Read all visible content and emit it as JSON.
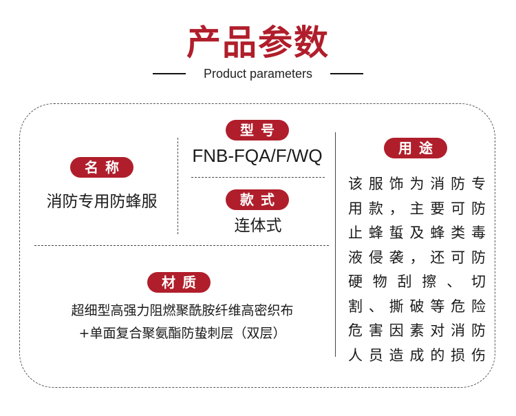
{
  "header": {
    "title": "产品参数",
    "subtitle": "Product parameters"
  },
  "name": {
    "label": "名称",
    "value": "消防专用防蜂服"
  },
  "model": {
    "label": "型号",
    "value": "FNB-FQA/F/WQ"
  },
  "style": {
    "label": "款式",
    "value": "连体式"
  },
  "material": {
    "label": "材质",
    "lines": [
      "超细型高强力阻燃聚酰胺纤维高密织布",
      "+单面复合聚氨酯防蛰刺层（双层）"
    ]
  },
  "usage": {
    "label": "用途",
    "lines": [
      "该服饰为消防专",
      "用款，主要可防",
      "止蜂蜇及蜂类毒",
      "液侵袭，还可防",
      "硬物刮擦、切",
      "割、撕破等危险",
      "危害因素对消防",
      "人员造成的损伤"
    ]
  },
  "colors": {
    "accent": "#b01e2b"
  }
}
